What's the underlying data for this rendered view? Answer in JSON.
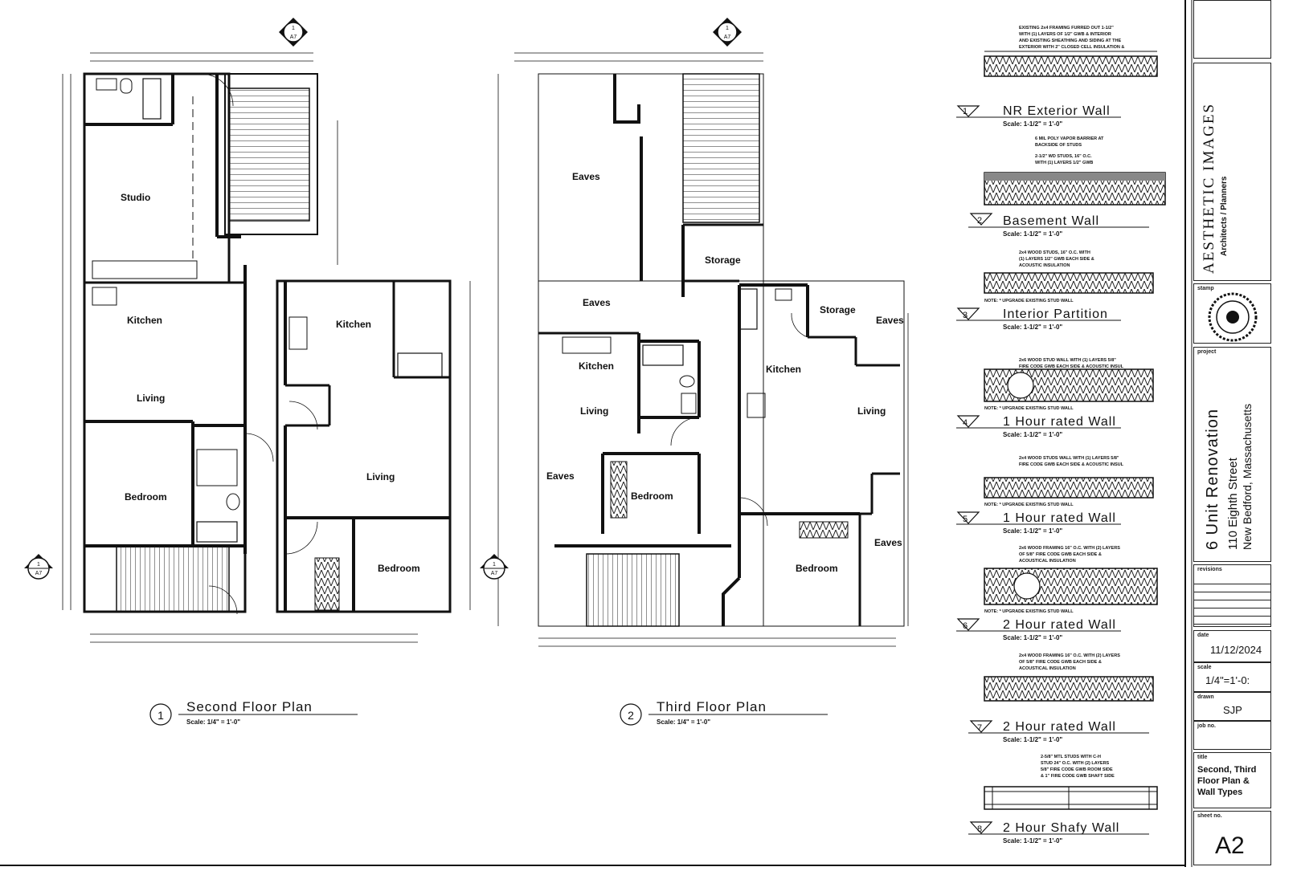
{
  "plans": [
    {
      "number": "1",
      "title": "Second Floor Plan",
      "scale": "Scale:  1/4\" = 1'-0\"",
      "rooms": [
        "Studio",
        "Kitchen",
        "Living",
        "Bedroom",
        "Kitchen",
        "Living",
        "Bedroom"
      ]
    },
    {
      "number": "2",
      "title": "Third Floor Plan",
      "scale": "Scale:  1/4\" = 1'-0\"",
      "rooms": [
        "Eaves",
        "Storage",
        "Eaves",
        "Kitchen",
        "Living",
        "Eaves",
        "Bedroom",
        "Storage",
        "Eaves",
        "Kitchen",
        "Living",
        "Eaves",
        "Bedroom"
      ]
    }
  ],
  "section_marker": {
    "num": "1",
    "sheet": "A7"
  },
  "wall_types": [
    {
      "num": "1",
      "title": "NR Exterior Wall",
      "scale": "Scale:  1-1/2\" = 1'-0\""
    },
    {
      "num": "2",
      "title": "Basement Wall",
      "scale": "Scale:  1-1/2\" = 1'-0\""
    },
    {
      "num": "3",
      "title": "Interior Partition",
      "scale": "Scale:  1-1/2\" = 1'-0\""
    },
    {
      "num": "4",
      "title": "1 Hour rated Wall",
      "scale": "Scale:  1-1/2\" = 1'-0\""
    },
    {
      "num": "5",
      "title": "1 Hour rated Wall",
      "scale": "Scale:  1-1/2\" = 1'-0\""
    },
    {
      "num": "6",
      "title": "2 Hour rated Wall",
      "scale": "Scale:  1-1/2\" = 1'-0\""
    },
    {
      "num": "7",
      "title": "2 Hour rated Wall",
      "scale": "Scale:  1-1/2\" = 1'-0\""
    },
    {
      "num": "8",
      "title": "2 Hour Shafy Wall",
      "scale": "Scale:  1-1/2\" = 1'-0\""
    }
  ],
  "title_block": {
    "firm_name": "AESTHETIC IMAGES",
    "firm_sub": "Architects / Planners",
    "project_label": "project",
    "project_title": "6 Unit Renovation",
    "project_street": "110 Eighth Street",
    "project_city": "New Bedford, Massachusetts",
    "stamp_label": "stamp",
    "revisions_label": "revisions",
    "date_label": "date",
    "date": "11/12/2024",
    "scale_label": "scale",
    "scale": "1/4\"=1'-0:",
    "drawn_label": "drawn",
    "drawn": "SJP",
    "job_label": "job no.",
    "title_label": "title",
    "sheet_title": "Second, Third Floor Plan & Wall Types",
    "sheet_label": "sheet no.",
    "sheet_no": "A2"
  }
}
